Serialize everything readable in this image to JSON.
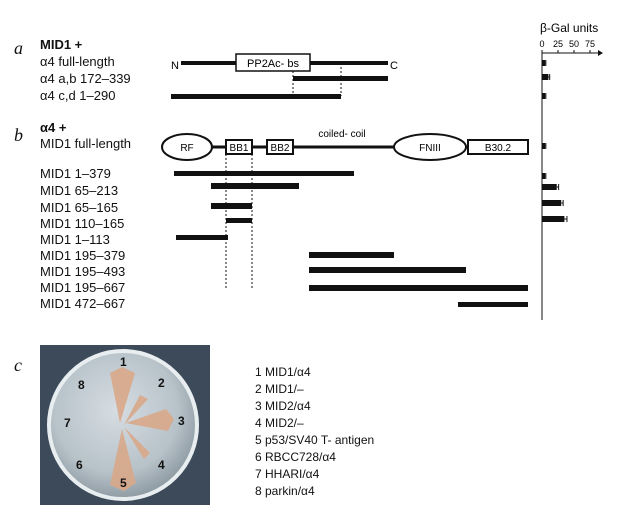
{
  "panel_a": {
    "letter": "a",
    "header": "MID1 +",
    "rows": [
      "α4 full-length",
      "α4 a,b 172–339",
      "α4 c,d 1–290"
    ],
    "n_label": "N",
    "c_label": "C",
    "domain_label": "PP2Ac- bs"
  },
  "panel_b": {
    "letter": "b",
    "header": "α4 +",
    "rows": [
      "MID1 full-length",
      "MID1  1–379",
      "MID1  65–213",
      "MID1  65–165",
      "MID1  110–165",
      "MID1  1–113",
      "MID1  195–379",
      "MID1  195–493",
      "MID1  195–667",
      "MID1  472–667"
    ],
    "domains": {
      "rf": "RF",
      "bb1": "BB1",
      "bb2": "BB2",
      "coiled": "coiled- coil",
      "fniii": "FNIII",
      "b302": "B30.2"
    }
  },
  "panel_c": {
    "letter": "c",
    "plate_numbers": [
      "1",
      "2",
      "3",
      "4",
      "5",
      "6",
      "7",
      "8"
    ],
    "legend": [
      "1  MID1/α4",
      "2  MID1/–",
      "3  MID2/α4",
      "4  MID2/–",
      "5  p53/SV40 T- antigen",
      "6  RBCC728/α4",
      "7  HHARI/α4",
      "8  parkin/α4"
    ]
  },
  "chart_data": {
    "type": "bar",
    "title": "β-Gal units",
    "ticks": [
      "0",
      "25",
      "50",
      "75"
    ],
    "xlim": [
      0,
      100
    ],
    "categories": [
      "α4 full-length",
      "α4 a,b 172–339",
      "α4 c,d 1–290",
      "MID1 full-length",
      "MID1  1–379",
      "MID1  65–213",
      "MID1  65–165",
      "MID1  110–165",
      "MID1  1–113",
      "MID1  195–379",
      "MID1  195–493",
      "MID1  195–667",
      "MID1  472–667"
    ],
    "values": [
      5,
      10,
      5,
      5,
      5,
      23,
      30,
      35,
      0,
      0,
      0,
      0,
      0
    ],
    "errors": [
      1,
      2,
      1,
      1,
      1,
      3,
      3,
      4,
      0,
      0,
      0,
      0,
      0
    ]
  }
}
